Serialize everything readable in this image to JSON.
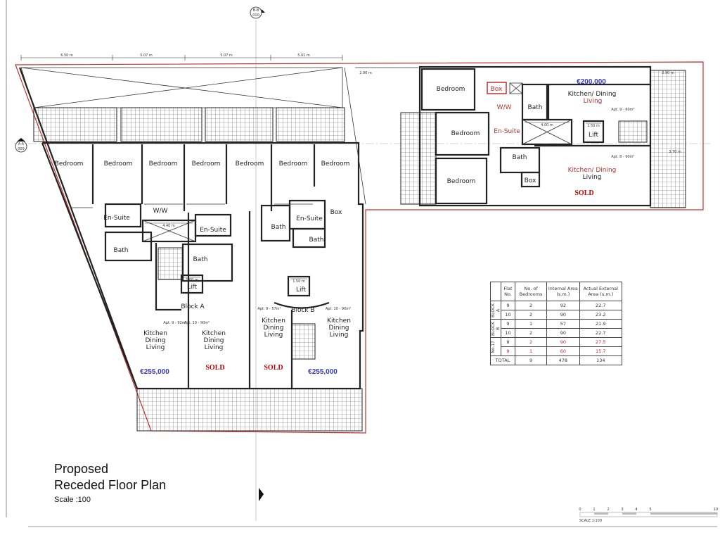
{
  "title": {
    "line1": "Proposed",
    "line2": "Receded Floor Plan",
    "scale": "Scale :100"
  },
  "section_markers": {
    "b_b": "B-B",
    "b_b_sheet": "010",
    "a_a": "A-A",
    "a_a_sheet": "009"
  },
  "dimensions": {
    "top": [
      "6.50 m",
      "5.07 m",
      "5.07 m",
      "5.01 m"
    ],
    "right_building": "2.90 m",
    "right_side": "3.70 m",
    "shaft_a": "4.40 m",
    "lift_a": "1.00 m",
    "lift_b": "1.50 m",
    "shaft_r": "4.00 m",
    "lift_r": "1.50 m"
  },
  "left_plan": {
    "bedroom": "Bedroom",
    "ww": "W/W",
    "ensuite": "En-Suite",
    "bath": "Bath",
    "box": "Box",
    "lift": "Lift",
    "block_a": "Block A",
    "block_b": "Block B",
    "kdl": [
      "Kitchen",
      "Dining",
      "Living"
    ],
    "apt_a9": "Apt. 9 - 92m²",
    "apt_a10": "Apt. 10 - 90m²",
    "apt_b9": "Apt. 9 - 57m²",
    "apt_b10": "Apt. 10 - 90m²",
    "price_a9": "€255,000",
    "status_a10": "SOLD",
    "status_b9": "SOLD",
    "price_b10": "€255,000"
  },
  "right_plan": {
    "bedroom": "Bedroom",
    "box": "Box",
    "ww": "W/W",
    "ensuite": "En-Suite",
    "bath": "Bath",
    "lift": "Lift",
    "price_apt9": "€200,000",
    "kitchen_top": "Kitchen/ Dining",
    "living_top": "Living",
    "kitchen_bottom": "Kitchen/ Dining",
    "living_bottom": "Living",
    "apt9": "Apt. 9 - 60m²",
    "apt8": "Apt. 8 - 90m²",
    "status_apt8": "SOLD"
  },
  "area_table": {
    "headers": [
      "Flat No.",
      "No. of Bedrooms",
      "Internal Area (s.m.)",
      "Actual External Area (s.m.)"
    ],
    "groups": [
      {
        "name": "BLOCK A",
        "rows": [
          [
            "9",
            "2",
            "92",
            "22.7"
          ],
          [
            "10",
            "2",
            "90",
            "23.2"
          ]
        ]
      },
      {
        "name": "BLOCK B",
        "rows": [
          [
            "9",
            "1",
            "57",
            "21.9"
          ],
          [
            "10",
            "2",
            "90",
            "22.7"
          ]
        ]
      },
      {
        "name": "No.17",
        "rows": [
          [
            "8",
            "2",
            "90",
            "27.5"
          ],
          [
            "9",
            "1",
            "60",
            "15.7"
          ]
        ]
      }
    ],
    "total": [
      "TOTAL",
      "9",
      "478",
      "134"
    ]
  },
  "scale_bar": {
    "ticks": [
      "0",
      "1",
      "2",
      "3",
      "4",
      "5",
      "10"
    ],
    "label": "SCALE 1:100"
  },
  "colors": {
    "boundary": "#c03030",
    "price": "#3a3ab8",
    "sold": "#c00000",
    "walls": "#222222"
  }
}
